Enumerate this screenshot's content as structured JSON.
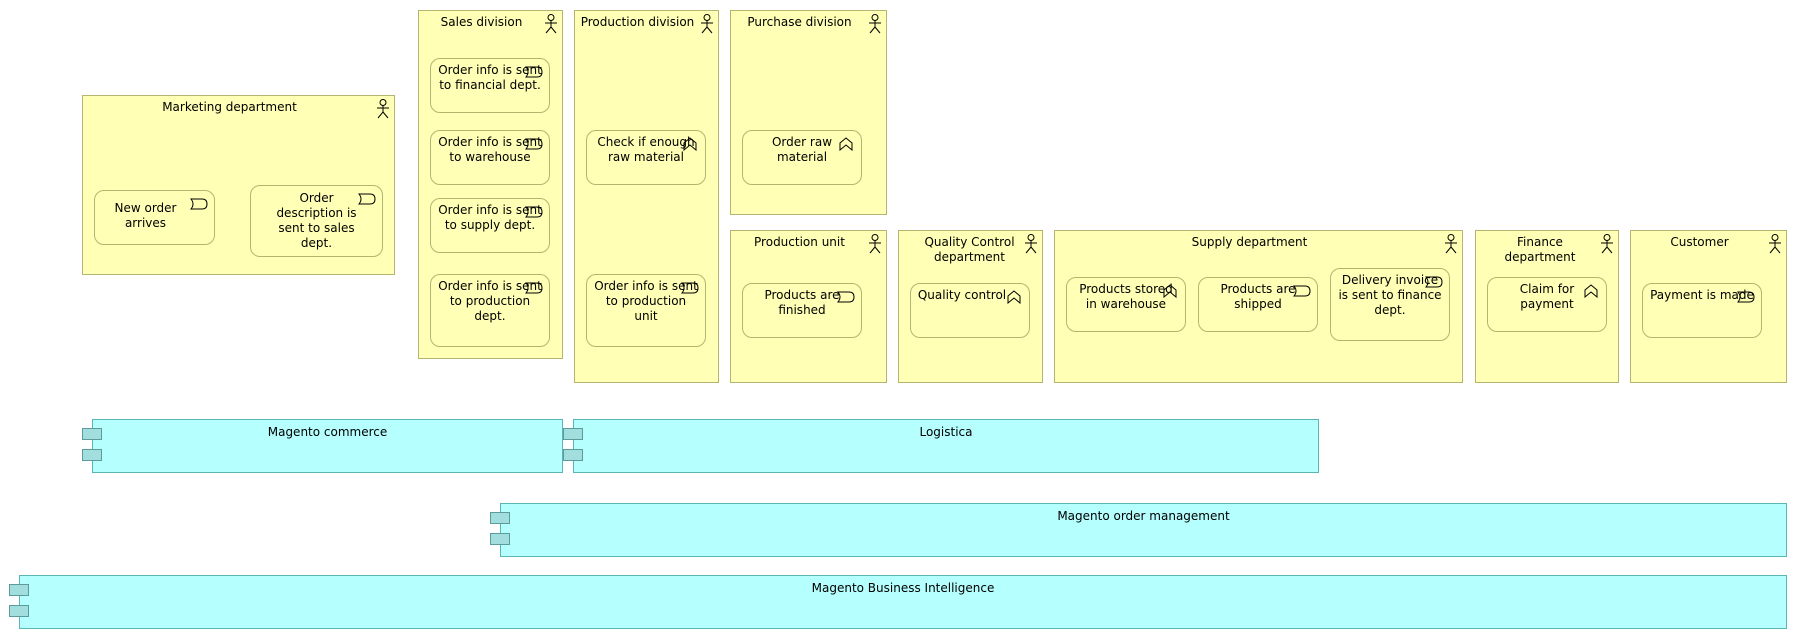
{
  "actors": {
    "marketing": "Marketing department",
    "sales": "Sales division",
    "production": "Production division",
    "purchase": "Purchase division",
    "production_unit": "Production unit",
    "quality": "Quality Control department",
    "supply": "Supply department",
    "finance": "Finance department",
    "customer": "Customer"
  },
  "elements": {
    "new_order": "New order arrives",
    "order_desc": "Order description is sent to sales dept.",
    "to_financial": "Order info is sent to financial dept.",
    "to_warehouse": "Order info is sent to warehouse",
    "to_supply": "Order info is sent to supply dept.",
    "to_production_dept": "Order info is sent to production dept.",
    "check_raw": "Check if enough raw material",
    "to_production_unit": "Order info is sent to production unit",
    "order_raw": "Order raw material",
    "products_finished": "Products are finished",
    "quality_control": "Quality control",
    "stored": "Products stored in warehouse",
    "shipped": "Products are shipped",
    "delivery_invoice": "Delivery invoice is sent to finance dept.",
    "claim": "Claim for payment",
    "payment": "Payment is made"
  },
  "components": {
    "magento_commerce": "Magento commerce",
    "logistica": "Logistica",
    "order_mgmt": "Magento order management",
    "bi": "Magento Business Intelligence"
  },
  "icon_legend": {
    "event": "event-icon",
    "function": "function-icon",
    "actor": "actor-icon"
  }
}
